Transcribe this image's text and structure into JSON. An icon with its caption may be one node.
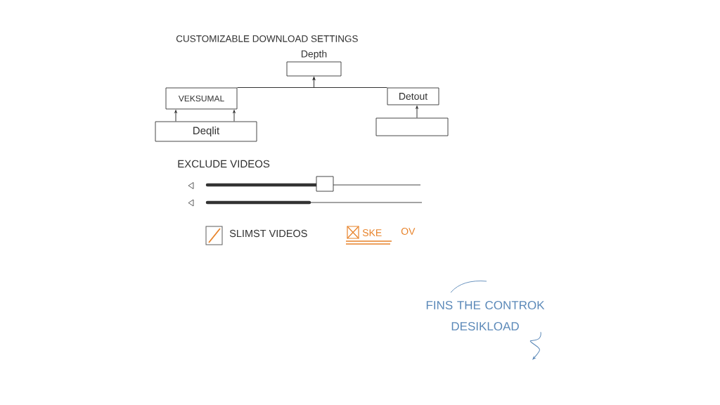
{
  "diagram": {
    "title": "CUSTOMIZABLE DOWNLOAD SETTINGS",
    "nodes": [
      {
        "text": [
          "Depth"
        ]
      },
      {
        "text": [
          "VEKSUMAL"
        ]
      },
      {
        "text": [
          "Deqlit"
        ]
      },
      {
        "text": [
          "Detout"
        ]
      },
      {
        "text": [],
        "shape": "box"
      },
      {
        "text": [
          "FINS THE CONTROK DESIKLOAD"
        ]
      }
    ],
    "edges": [
      {
        "from": 1,
        "to": 0,
        "arrow": "to"
      },
      {
        "from": 3,
        "to": 0,
        "arrow": "to"
      },
      {
        "from": 2,
        "to": 1,
        "arrow": "to"
      },
      {
        "from": 2,
        "to": 1,
        "arrow": "to"
      },
      {
        "from": 4,
        "to": 3,
        "arrow": "to"
      },
      {
        "from": 5,
        "to": null,
        "arrow": "to",
        "color": "#5a88b8"
      }
    ],
    "labels": [
      "EXCLUDE VIDEOS",
      "SLIMST VIDEOS",
      "SKE",
      "OV"
    ]
  }
}
